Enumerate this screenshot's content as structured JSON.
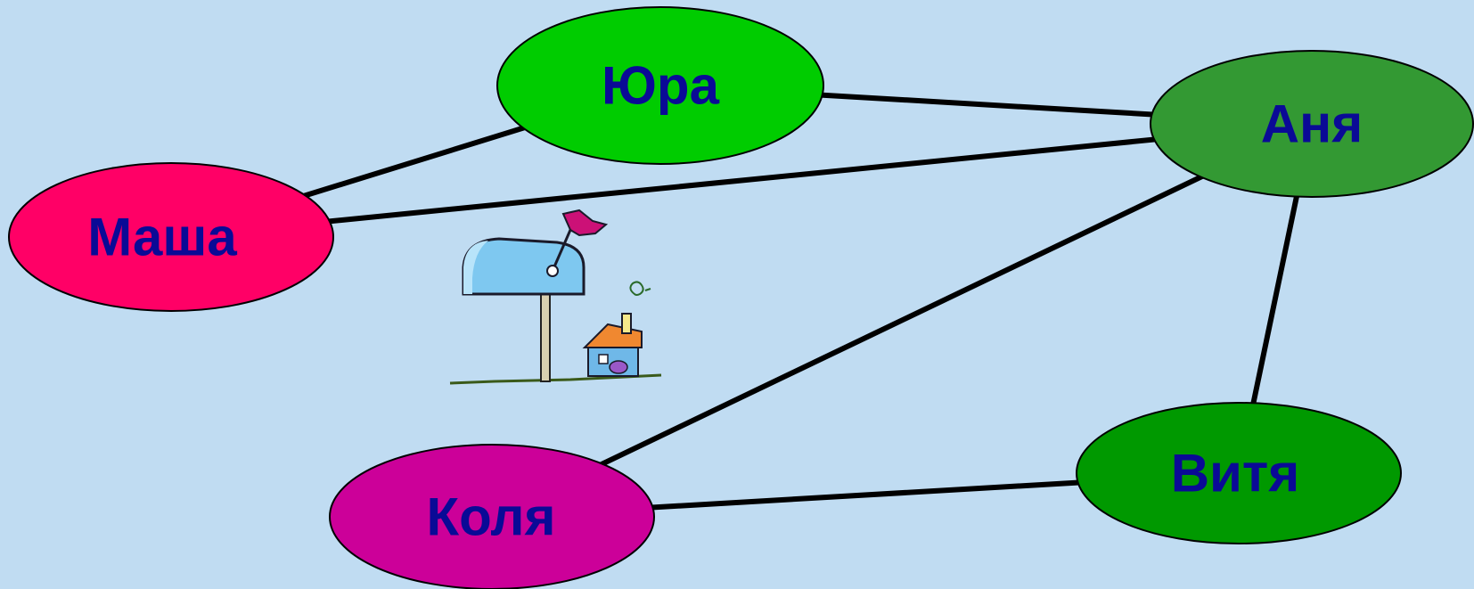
{
  "colors": {
    "background": "#c0dcf2",
    "edge": "#000000",
    "label_text": "#0a0a96"
  },
  "nodes": [
    {
      "id": "yura",
      "label": "Юра",
      "fill": "#00cc00"
    },
    {
      "id": "anya",
      "label": "Аня",
      "fill": "#339933"
    },
    {
      "id": "masha",
      "label": "Маша",
      "fill": "#ff0066"
    },
    {
      "id": "kolya",
      "label": "Коля",
      "fill": "#cc0099"
    },
    {
      "id": "vitya",
      "label": "Витя",
      "fill": "#009900"
    }
  ],
  "edges": [
    {
      "from": "yura",
      "to": "anya"
    },
    {
      "from": "yura",
      "to": "masha"
    },
    {
      "from": "masha",
      "to": "anya"
    },
    {
      "from": "kolya",
      "to": "anya"
    },
    {
      "from": "anya",
      "to": "vitya"
    },
    {
      "from": "kolya",
      "to": "vitya"
    }
  ],
  "illustration": {
    "icon": "mailbox-house-icon"
  }
}
